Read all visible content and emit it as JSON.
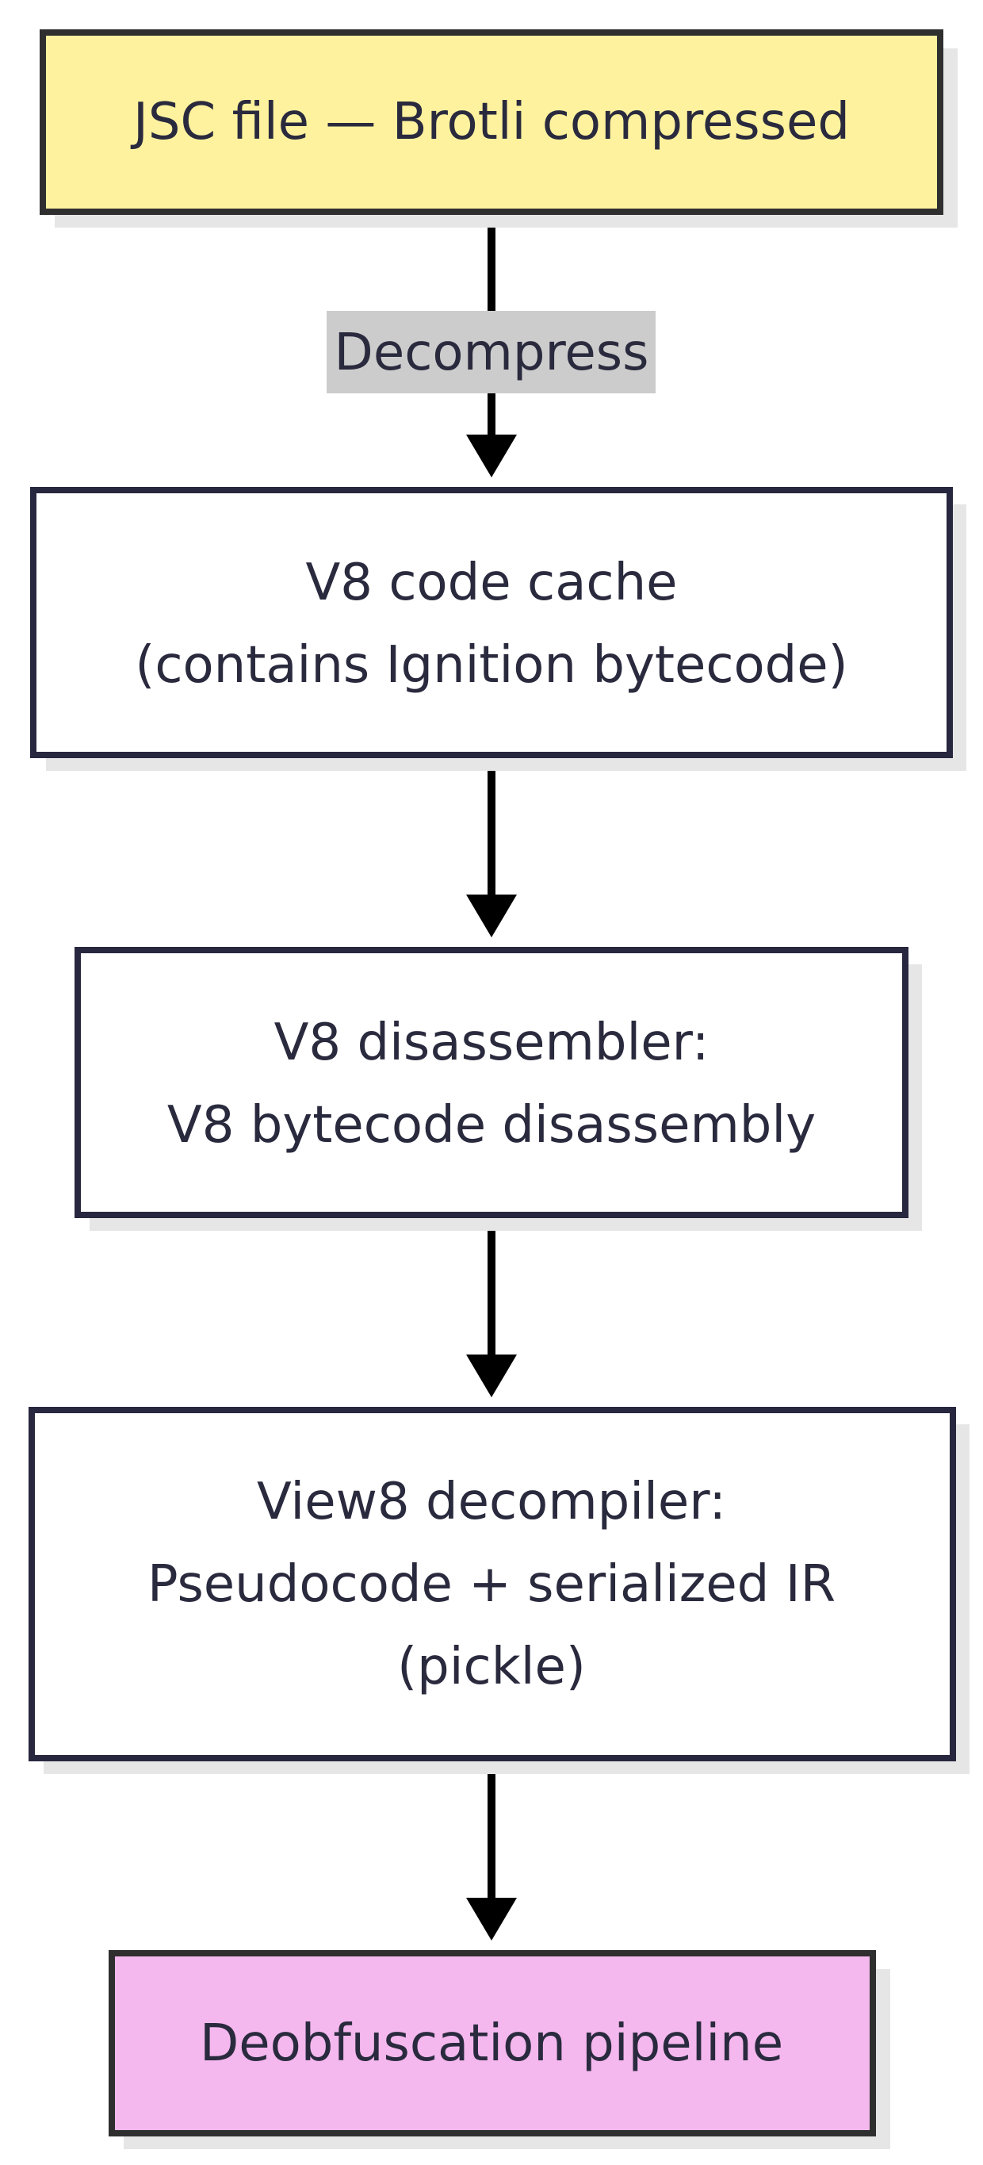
{
  "nodes": [
    {
      "id": "jsc",
      "lines": [
        "JSC file — Brotli compressed"
      ],
      "fill": "#fff29e",
      "stroke": "#2f2f2f"
    },
    {
      "id": "cache",
      "lines": [
        "V8 code cache",
        "(contains Ignition bytecode)"
      ],
      "fill": "#ffffff",
      "stroke": "#27273f"
    },
    {
      "id": "disasm",
      "lines": [
        "V8 disassembler:",
        "V8 bytecode disassembly"
      ],
      "fill": "#ffffff",
      "stroke": "#27273f"
    },
    {
      "id": "decompiler",
      "lines": [
        "View8 decompiler:",
        "Pseudocode + serialized IR",
        "(pickle)"
      ],
      "fill": "#ffffff",
      "stroke": "#27273f"
    },
    {
      "id": "deobf",
      "lines": [
        "Deobfuscation pipeline"
      ],
      "fill": "#f4b8ee",
      "stroke": "#2f2f2f"
    }
  ],
  "edges": [
    {
      "from": "jsc",
      "to": "cache",
      "label": "Decompress"
    },
    {
      "from": "cache",
      "to": "disasm",
      "label": ""
    },
    {
      "from": "disasm",
      "to": "decompiler",
      "label": ""
    },
    {
      "from": "decompiler",
      "to": "deobf",
      "label": ""
    }
  ],
  "colors": {
    "edge": "#000000",
    "edge_label_bg": "#cccccc",
    "shadow": "#e6e6e6"
  }
}
